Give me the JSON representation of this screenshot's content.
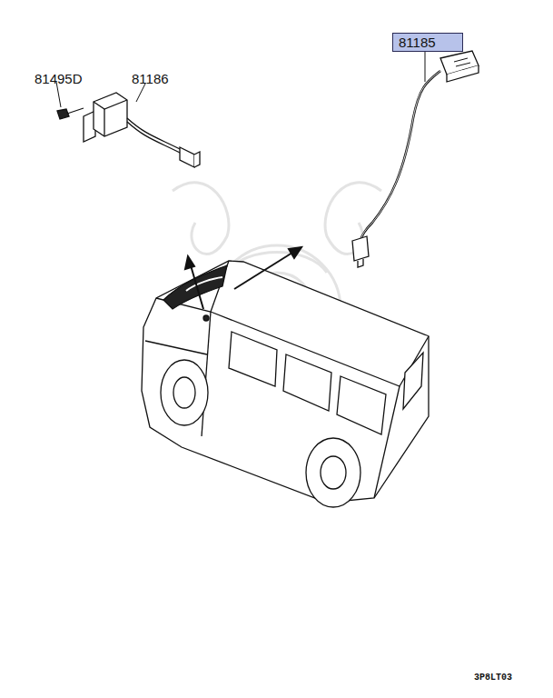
{
  "diagram": {
    "nodes": [
      {
        "text": [
          "81185"
        ]
      }
    ],
    "labels": [
      "81495D",
      "81186",
      "3P8LT03"
    ]
  }
}
